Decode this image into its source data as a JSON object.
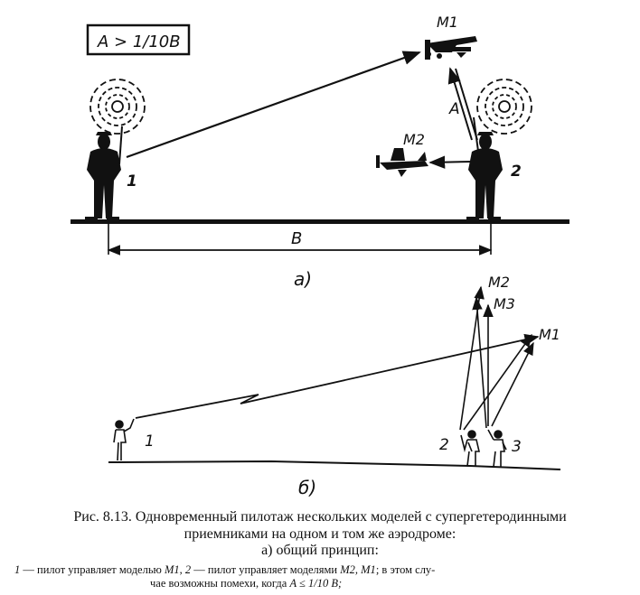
{
  "figure": {
    "panel_a": {
      "condition_box": "A > 1/10B",
      "model1_label": "M1",
      "model2_label": "M2",
      "pilot1_number": "1",
      "pilot2_number": "2",
      "distance_A": "A",
      "distance_B": "B",
      "panel_letter": "a)"
    },
    "panel_b": {
      "m1_label": "M1",
      "m2_label": "M2",
      "m3_label": "M3",
      "pilot1_number": "1",
      "pilot2_number": "2",
      "pilot3_number": "3",
      "panel_letter": "б)"
    }
  },
  "caption": {
    "line1": "Рис. 8.13. Одновременный пилотаж нескольких моделей  с супергетеродинными",
    "line2": "приемниками на одном и том же аэродроме:",
    "line3": "а) общий принцип:",
    "legend_1_num": "1",
    "legend_1_text": " — пилот управляет моделью ",
    "legend_1_model": "M1",
    "legend_2_num": "2",
    "legend_2_text": " — пилот управляет моделями ",
    "legend_2_models": "M2, M1",
    "legend_tail": "; в этом слу-",
    "legend_line2": "чае возможны помехи, когда ",
    "legend_condition": "A ≤ 1/10 B;"
  }
}
